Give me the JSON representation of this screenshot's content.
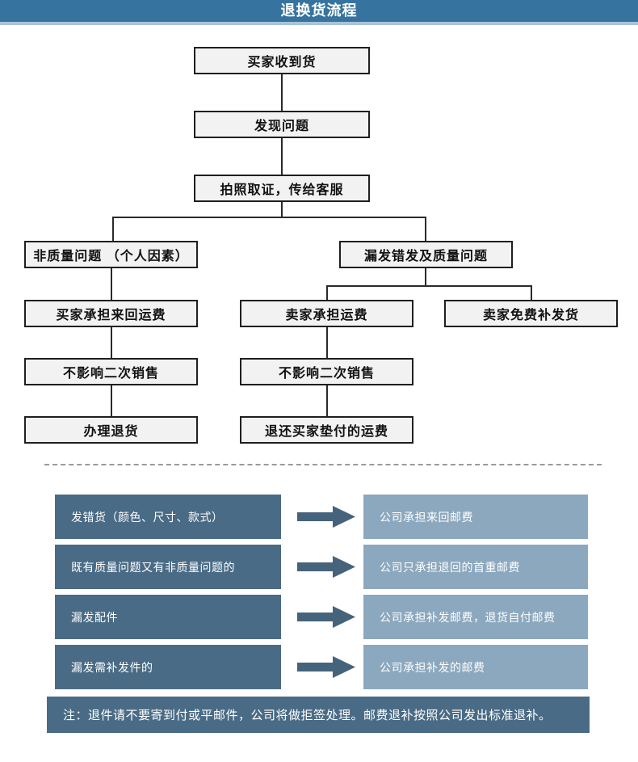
{
  "header": {
    "title": "退换货流程",
    "bg_color": "#36739e",
    "underline_color": "#a9c4d8"
  },
  "flowchart": {
    "nodes": [
      {
        "id": "n1",
        "label": "买家收到货"
      },
      {
        "id": "n2",
        "label": "发现问题"
      },
      {
        "id": "n3",
        "label": "拍照取证，传给客服"
      },
      {
        "id": "n4",
        "label": "非质量问题 （个人因素）"
      },
      {
        "id": "n5",
        "label": "漏发错发及质量问题"
      },
      {
        "id": "n6",
        "label": "买家承担来回运费"
      },
      {
        "id": "n7",
        "label": "卖家承担运费"
      },
      {
        "id": "n8",
        "label": "卖家免费补发货"
      },
      {
        "id": "n9",
        "label": "不影响二次销售"
      },
      {
        "id": "n10",
        "label": "不影响二次销售"
      },
      {
        "id": "n11",
        "label": "办理退货"
      },
      {
        "id": "n12",
        "label": "退还买家垫付的运费"
      }
    ],
    "box_fill": "#f2f2f2",
    "box_border": "#1f1f1f"
  },
  "matrix": {
    "cause_color": "#4a6b85",
    "result_color": "#8ca8be",
    "arrow_color": "#46637c",
    "rows": [
      {
        "cause": "发错货（颜色、尺寸、款式）",
        "result": "公司承担来回邮费"
      },
      {
        "cause": "既有质量问题又有非质量问题的",
        "result": "公司只承担退回的首重邮费"
      },
      {
        "cause": "漏发配件",
        "result": "公司承担补发邮费，退货自付邮费"
      },
      {
        "cause": "漏发需补发件的",
        "result": "公司承担补发的邮费"
      }
    ],
    "note": "注：退件请不要寄到付或平邮件，公司将做拒签处理。邮费退补按照公司发出标准退补。"
  }
}
